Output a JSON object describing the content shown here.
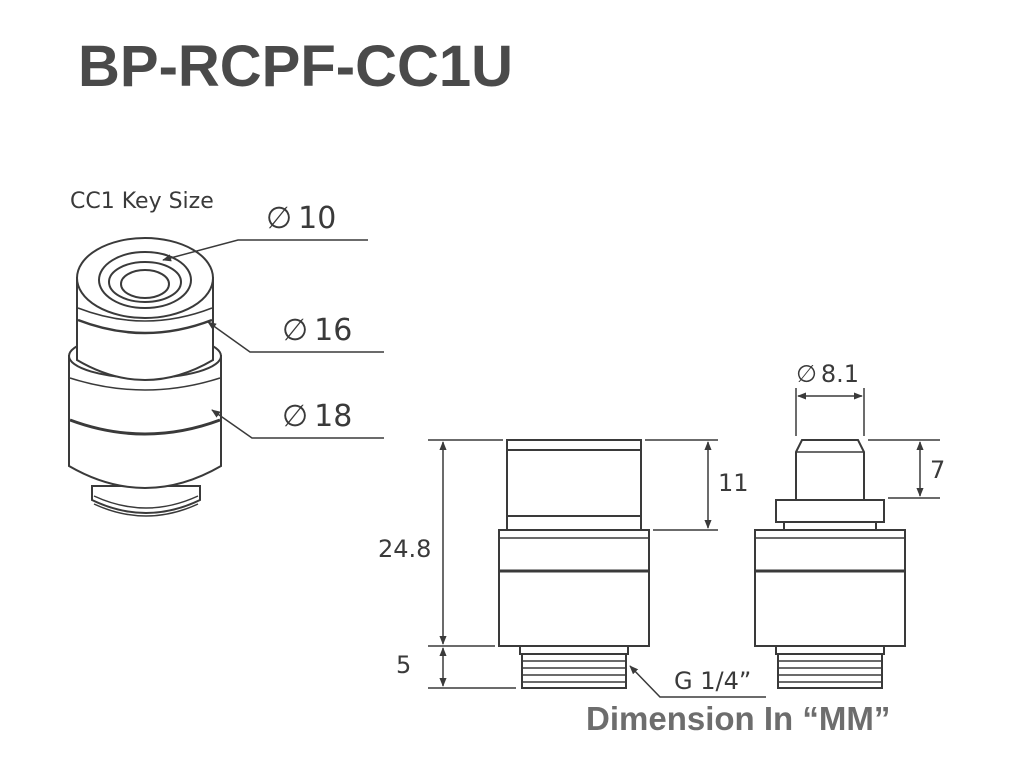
{
  "title": "BP-RCPF-CC1U",
  "footer": "Dimension In “MM”",
  "iso_view": {
    "key_size_label": "CC1 Key Size",
    "dia_symbol": "∅",
    "dia_10": "10",
    "dia_16": "16",
    "dia_18": "18"
  },
  "front_view": {
    "height_total": "24.8",
    "height_thread": "5",
    "height_top": "11",
    "thread_label": "G 1/4”"
  },
  "side_view": {
    "dia_symbol": "∅",
    "dia_tip": "8.1",
    "height_tip": "7"
  },
  "colors": {
    "outline": "#3a3a3a",
    "title": "#4a4a4a",
    "footer": "#6d6d6d"
  }
}
